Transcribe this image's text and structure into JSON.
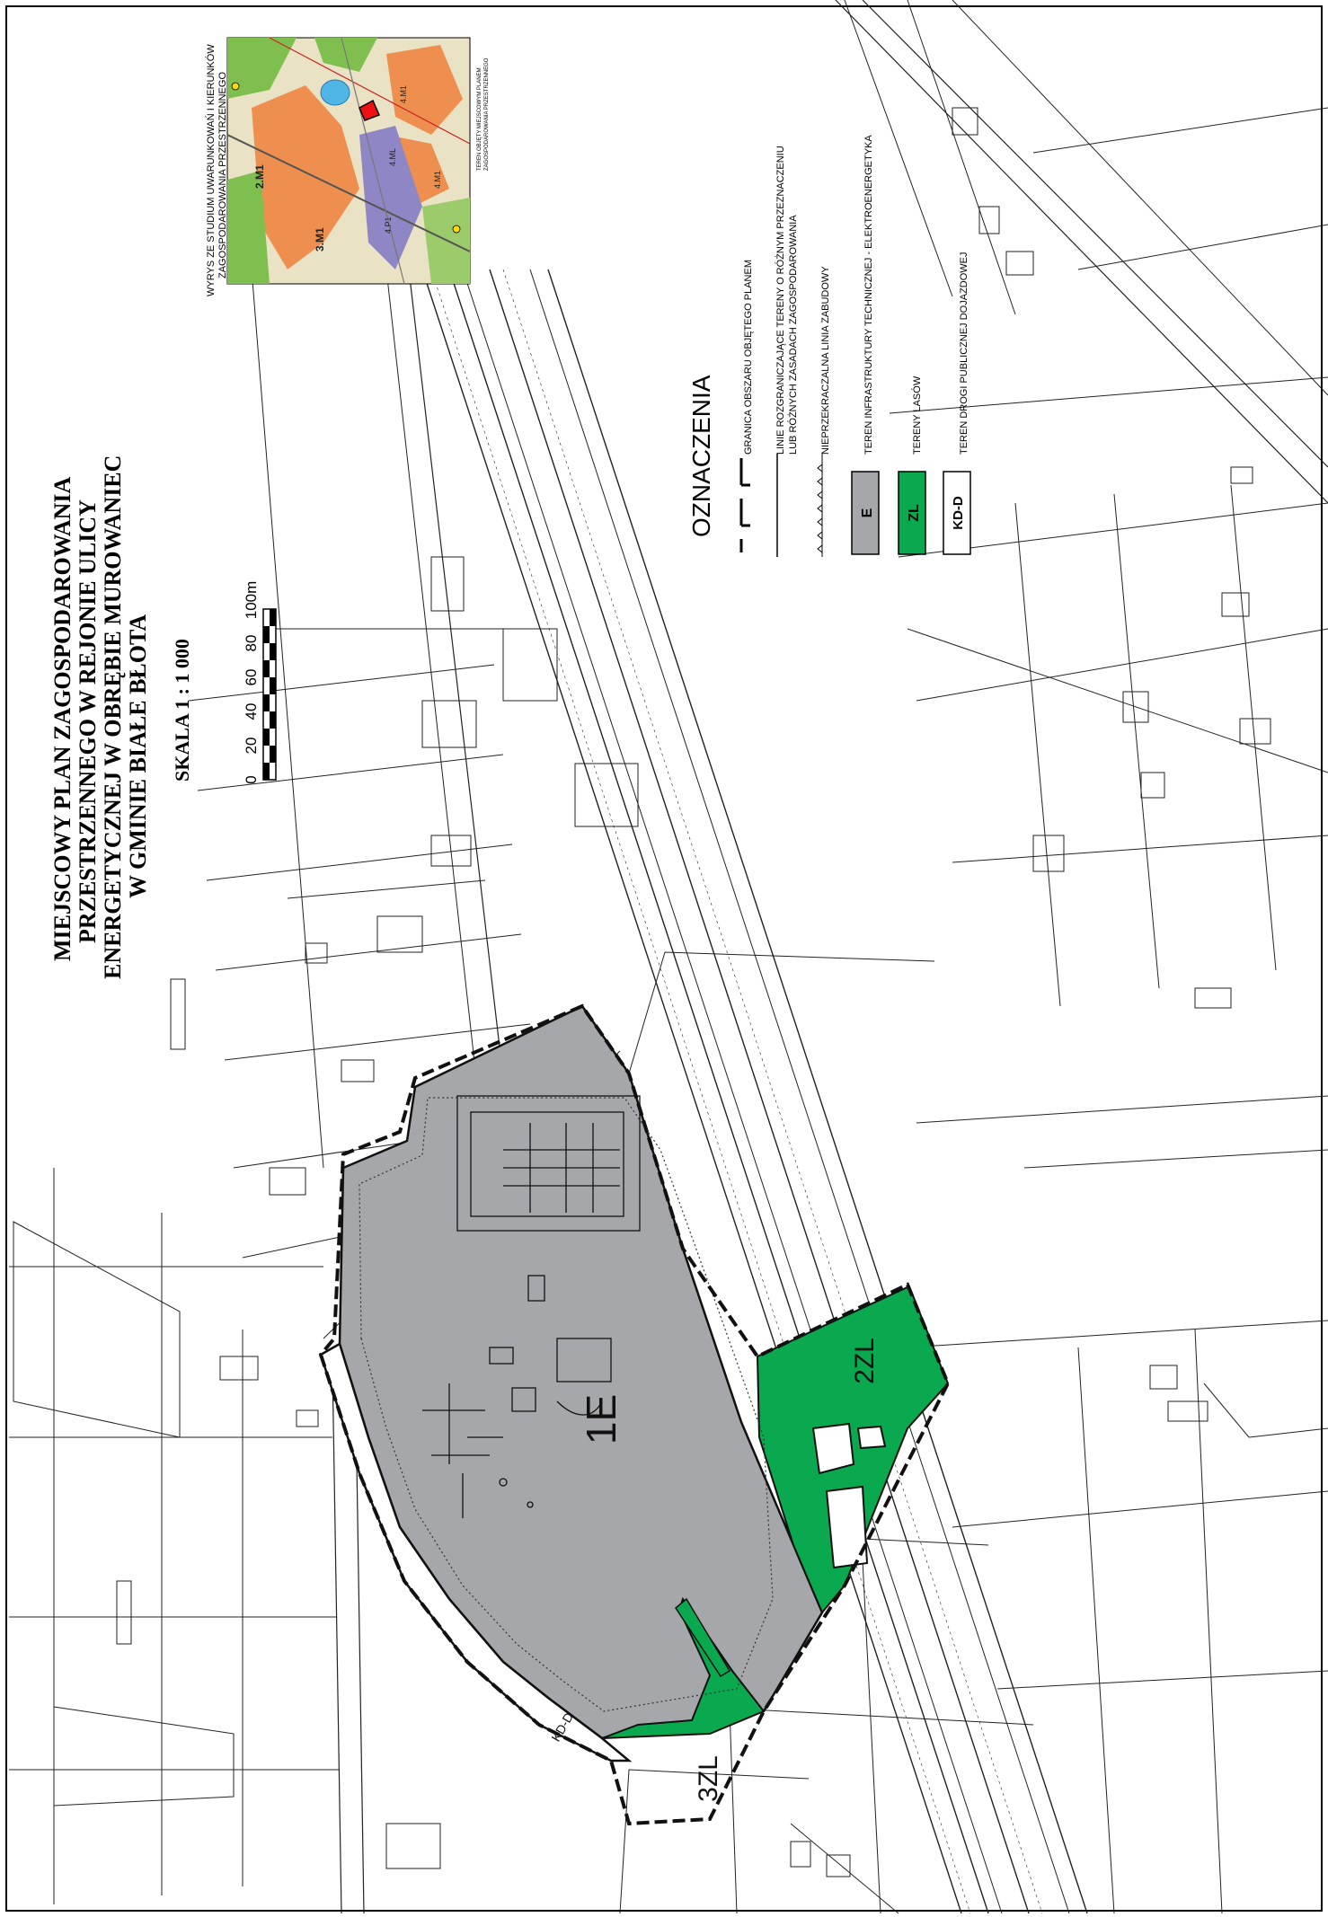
{
  "title": {
    "lines": [
      "MIEJSCOWY PLAN ZAGOSPODAROWANIA",
      "PRZESTRZENNEGO W REJONIE ULICY",
      "ENERGETYCZNEJ W OBRĘBIE MUROWANIEC",
      "W GMINIE BIAŁE BŁOTA"
    ],
    "scale": "SKALA 1 : 1 000"
  },
  "scalebar": {
    "ticks": [
      "0",
      "20",
      "40",
      "60",
      "80",
      "100m"
    ]
  },
  "inset": {
    "caption_lines": [
      "WYRYS ZE STUDIUM UWARUNKOWAŃ I KIERUNKÓW",
      "ZAGOSPODAROWANIA PRZESTRZENNEGO"
    ],
    "note_lines": [
      "TEREN OBJĘTY MIEJSCOWYM PLANEM",
      "ZAGOSPODAROWANIA PRZESTRZENNEGO"
    ],
    "zone_labels": [
      "2.M1",
      "3.M1",
      "4.P1",
      "4.M1",
      "4.ML",
      "4.M1"
    ]
  },
  "legend": {
    "heading": "OZNACZENIA",
    "items": [
      {
        "type": "plan-boundary",
        "label": "GRANICA OBSZARU OBJĘTEGO PLANEM"
      },
      {
        "type": "dividing-line",
        "label_lines": [
          "LINIE ROZGRANICZAJĄCE TERENY O RÓŻNYM PRZEZNACZENIU",
          "LUB RÓŻNYCH ZASADACH ZAGOSPODAROWANIA"
        ]
      },
      {
        "type": "building-line",
        "label": "NIEPRZEKRACZALNA LINIA ZABUDOWY"
      },
      {
        "type": "swatch",
        "code": "E",
        "color": "#a6a7aa",
        "label": "TEREN INFRASTRUKTURY TECHNICZNEJ - ELEKTROENERGETYKA"
      },
      {
        "type": "swatch",
        "code": "ZL",
        "color": "#0aa84f",
        "label": "TERENY LASÓW"
      },
      {
        "type": "swatch",
        "code": "KD-D",
        "color": "#ffffff",
        "label": "TEREN DROGI PUBLICZNEJ DOJAZDOWEJ"
      }
    ]
  },
  "zones": {
    "area_1e": "1E",
    "area_2zl": "2ZL",
    "area_3zl": "3ZL",
    "road_kdd": "KD-D"
  },
  "colors": {
    "infrastructure": "#a6a7aa",
    "forest": "#0aa84f",
    "line": "#1a1a1a"
  }
}
